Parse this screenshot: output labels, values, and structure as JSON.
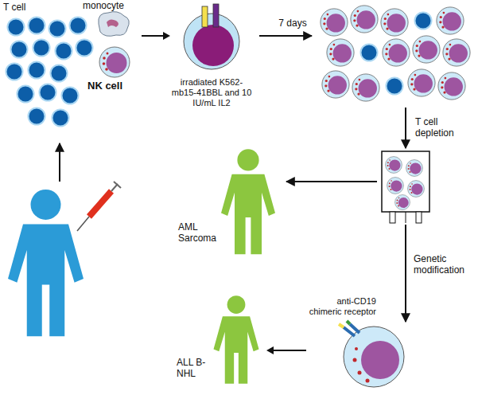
{
  "diagram": {
    "nodes": [
      {
        "text": [
          "T cell",
          "monocyte",
          "NK cell"
        ]
      },
      {
        "text": [
          "irradiated K562-mb15-41BBL and 10 IU/mL IL2"
        ]
      },
      {
        "text": [
          "AML Sarcoma"
        ]
      },
      {
        "text": [
          "anti-CD19 chimeric receptor"
        ]
      },
      {
        "text": [
          "ALL B-NHL"
        ]
      }
    ],
    "edges": [
      {
        "from": 0,
        "to": 1,
        "arrow": "to"
      },
      {
        "from": 3,
        "to": 4,
        "arrow": "to"
      }
    ],
    "labels": [
      "7 days",
      "T cell depletion",
      "Genetic modification"
    ]
  }
}
